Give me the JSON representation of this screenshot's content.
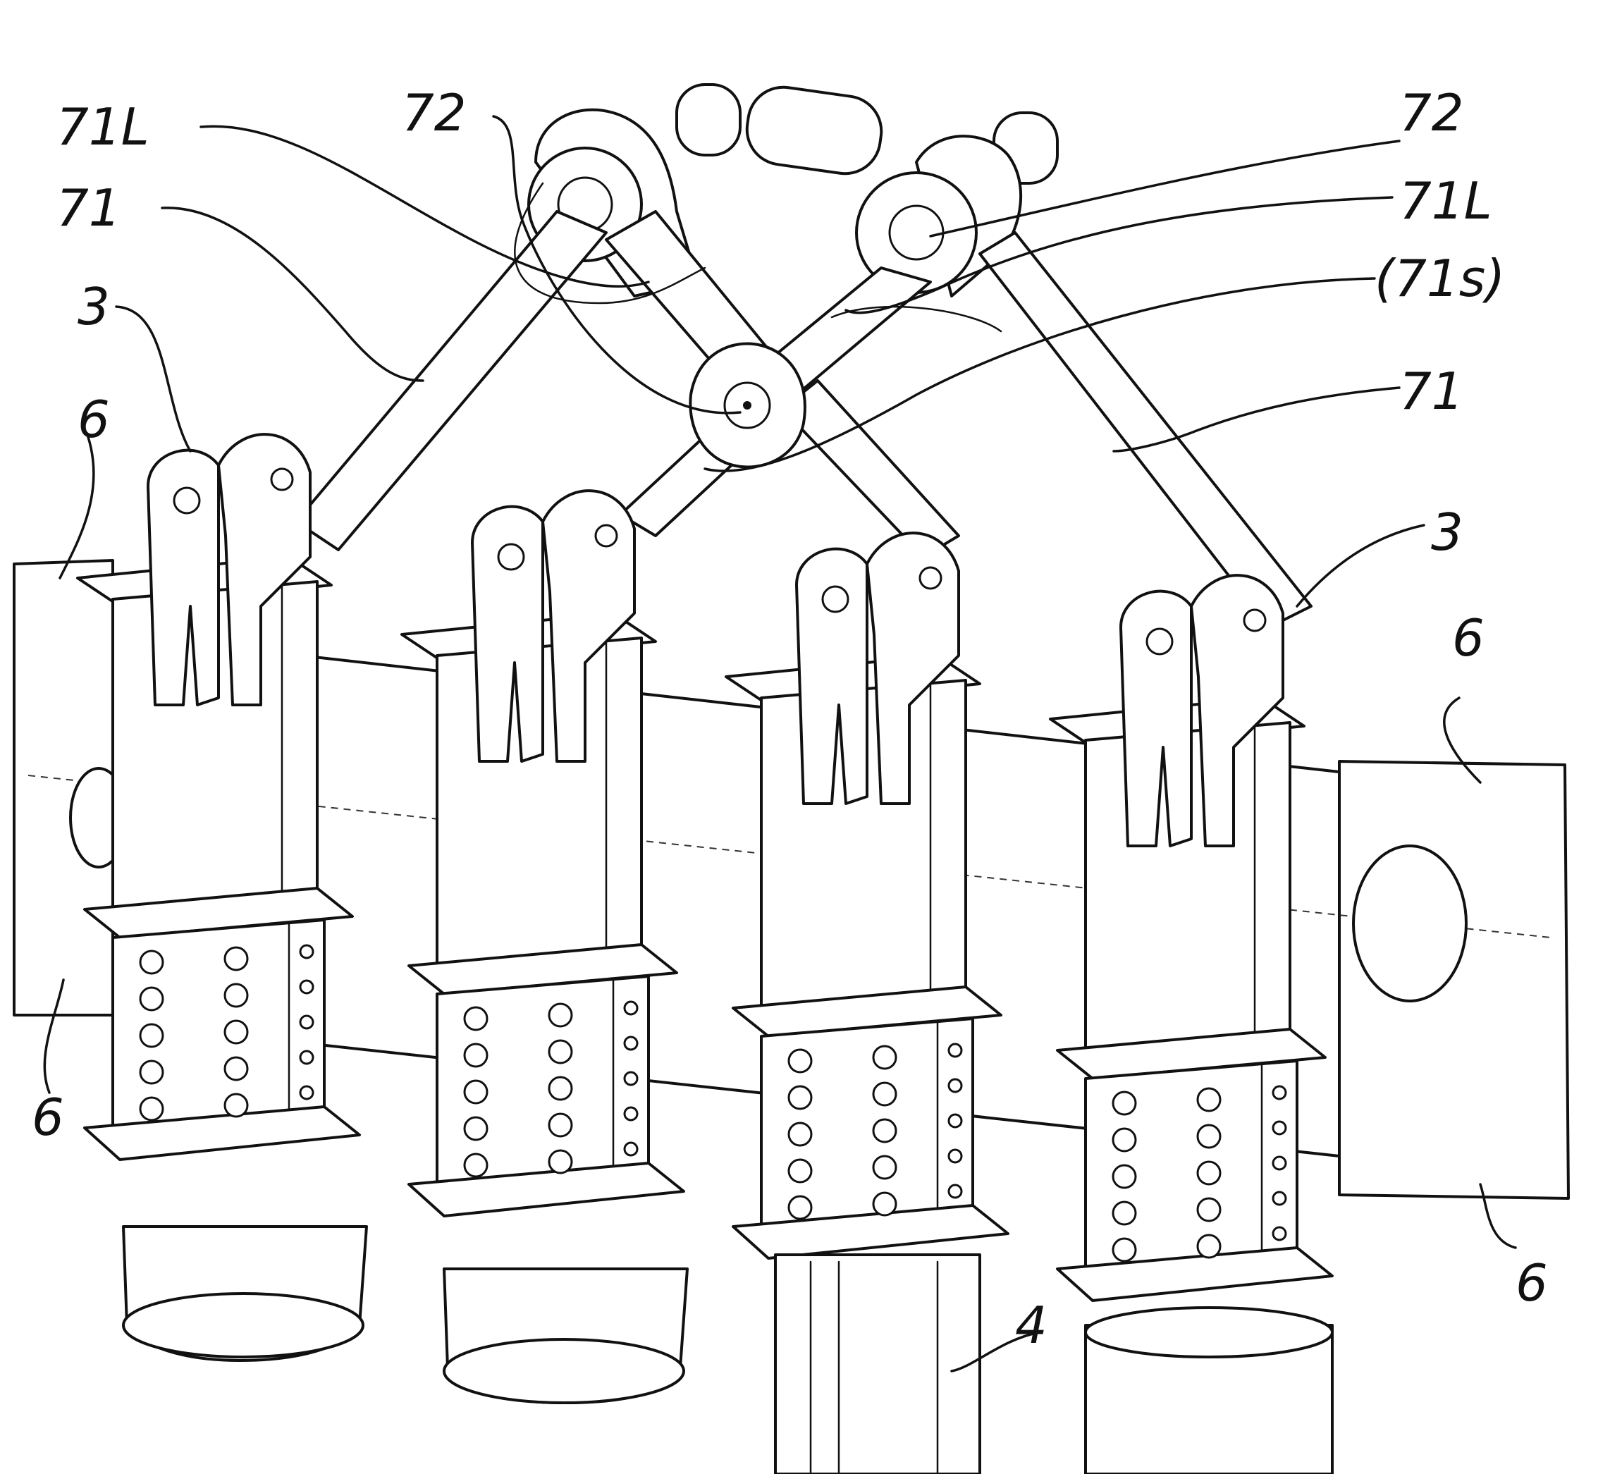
{
  "figure": {
    "labels": {
      "l71L_left": "71L",
      "l72_left": "72",
      "l71_left": "71",
      "l3_left": "3",
      "l6_top_left": "6",
      "l6_bottom_left": "6",
      "l72_right": "72",
      "l71L_right": "71L",
      "l71s_right": "(71s)",
      "l71_right": "71",
      "l3_right": "3",
      "l6_top_right": "6",
      "l6_bottom_right": "6",
      "l4": "4"
    }
  }
}
